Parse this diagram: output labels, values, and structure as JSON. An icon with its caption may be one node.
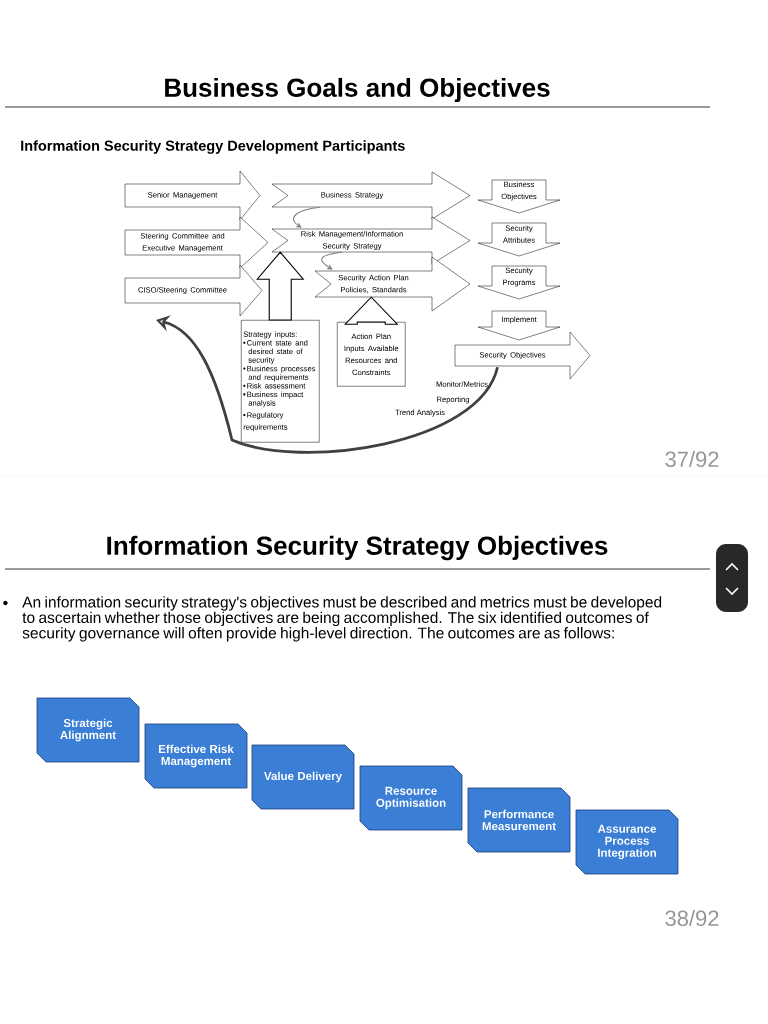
{
  "diagram": {
    "title": "Business Goals and Objectives",
    "nodes": [
      {
        "text": [
          "Senior Management"
        ]
      },
      {
        "text": [
          "Steering Committee and Executive Management"
        ]
      },
      {
        "text": [
          "CISO/Steering Committee"
        ]
      },
      {
        "text": [
          "Business Strategy"
        ]
      },
      {
        "text": [
          "Risk Management/Information Security Strategy"
        ]
      },
      {
        "text": [
          "Security Action Plan Policies, Standards"
        ]
      },
      {
        "text": [
          "Business Objectives"
        ]
      },
      {
        "text": [
          "Security Attributes"
        ]
      },
      {
        "text": [
          "Security Programs"
        ]
      },
      {
        "text": [
          "Implement"
        ]
      },
      {
        "text": [
          "Security Objectives"
        ]
      },
      {
        "text": [
          "Strategy inputs:",
          "Current state and desired state of security",
          "Business processes and requirements",
          "Risk assessment",
          "Business impact analysis",
          "Regulatory requirements"
        ]
      },
      {
        "text": [
          "Action Plan Inputs Available Resources and Constraints"
        ]
      },
      {
        "text": [
          "Strategic Alignment"
        ]
      },
      {
        "text": [
          "Effective Risk Management"
        ]
      },
      {
        "text": [
          "Value Delivery"
        ]
      },
      {
        "text": [
          "Resource Optimisation"
        ]
      },
      {
        "text": [
          "Performance Measurement"
        ]
      },
      {
        "text": [
          "Assurance Process Integration"
        ]
      }
    ],
    "edges": [
      {
        "from": 3,
        "to": 4,
        "arrow": "to",
        "color": "#808080"
      },
      {
        "from": 4,
        "to": 5,
        "arrow": "to",
        "color": "#808080"
      },
      {
        "from": 11,
        "to": 4,
        "arrow": "to"
      },
      {
        "from": 12,
        "to": 5,
        "arrow": "to"
      },
      {
        "from": 10,
        "to": null,
        "arrow": "to",
        "style": "thick",
        "color": "#404040"
      }
    ],
    "labels": [
      "Information Security Strategy Development Participants",
      "Monitor/Metrics",
      "Reporting",
      "Trend Analysis",
      "37/92",
      "Information Security Strategy Objectives",
      "An information security strategy's objectives must be described and metrics must be developed to ascertain whether those objectives are being accomplished. The six identified outcomes of security governance will often provide high-level direction. The outcomes are as follows:",
      "38/92"
    ]
  }
}
